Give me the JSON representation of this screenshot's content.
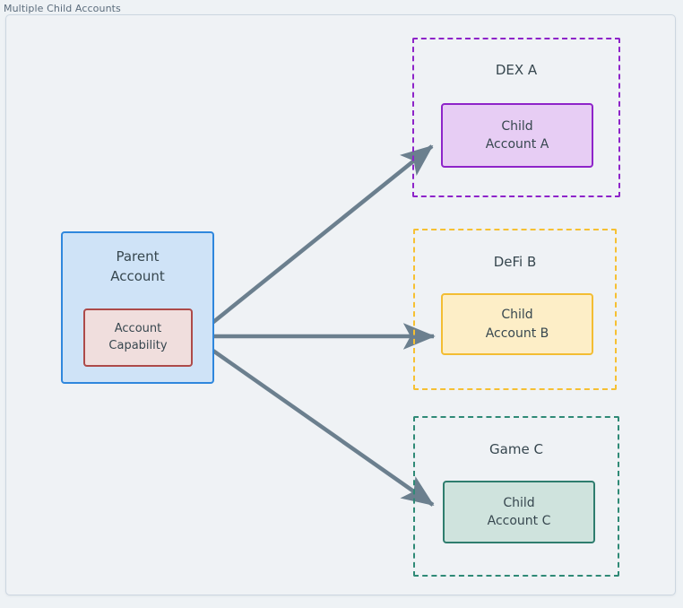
{
  "diagram": {
    "title": "Multiple Child Accounts",
    "colors": {
      "background": "#eef2f5",
      "frame_border": "#ccd6e0",
      "text": "#37474f",
      "title_text": "#5b6c7c",
      "edge": "#6b7f8e",
      "parent_fill": "#cfe3f7",
      "parent_border": "#2f87dd",
      "capability_fill": "#f0dedd",
      "capability_border": "#ad4a49",
      "dex_border": "#8e24c9",
      "dex_fill": "#e7cdf4",
      "defi_border": "#f3bd33",
      "defi_fill": "#fdeec7",
      "game_border": "#2f7d6e",
      "game_fill": "#cfe3dd"
    },
    "nodes": {
      "parent_account": {
        "label_line1": "Parent",
        "label_line2": "Account"
      },
      "account_capability": {
        "label_line1": "Account",
        "label_line2": "Capability"
      },
      "child_account_a": {
        "label_line1": "Child",
        "label_line2": "Account A"
      },
      "child_account_b": {
        "label_line1": "Child",
        "label_line2": "Account B"
      },
      "child_account_c": {
        "label_line1": "Child",
        "label_line2": "Account C"
      }
    },
    "groups": {
      "dex_a": {
        "title": "DEX A"
      },
      "defi_b": {
        "title": "DeFi B"
      },
      "game_c": {
        "title": "Game C"
      }
    },
    "edges": [
      {
        "from": "account-capability",
        "to": "child-account-a",
        "style": "solid-arrow"
      },
      {
        "from": "account-capability",
        "to": "child-account-b",
        "style": "solid-arrow"
      },
      {
        "from": "account-capability",
        "to": "child-account-c",
        "style": "solid-arrow"
      }
    ]
  }
}
